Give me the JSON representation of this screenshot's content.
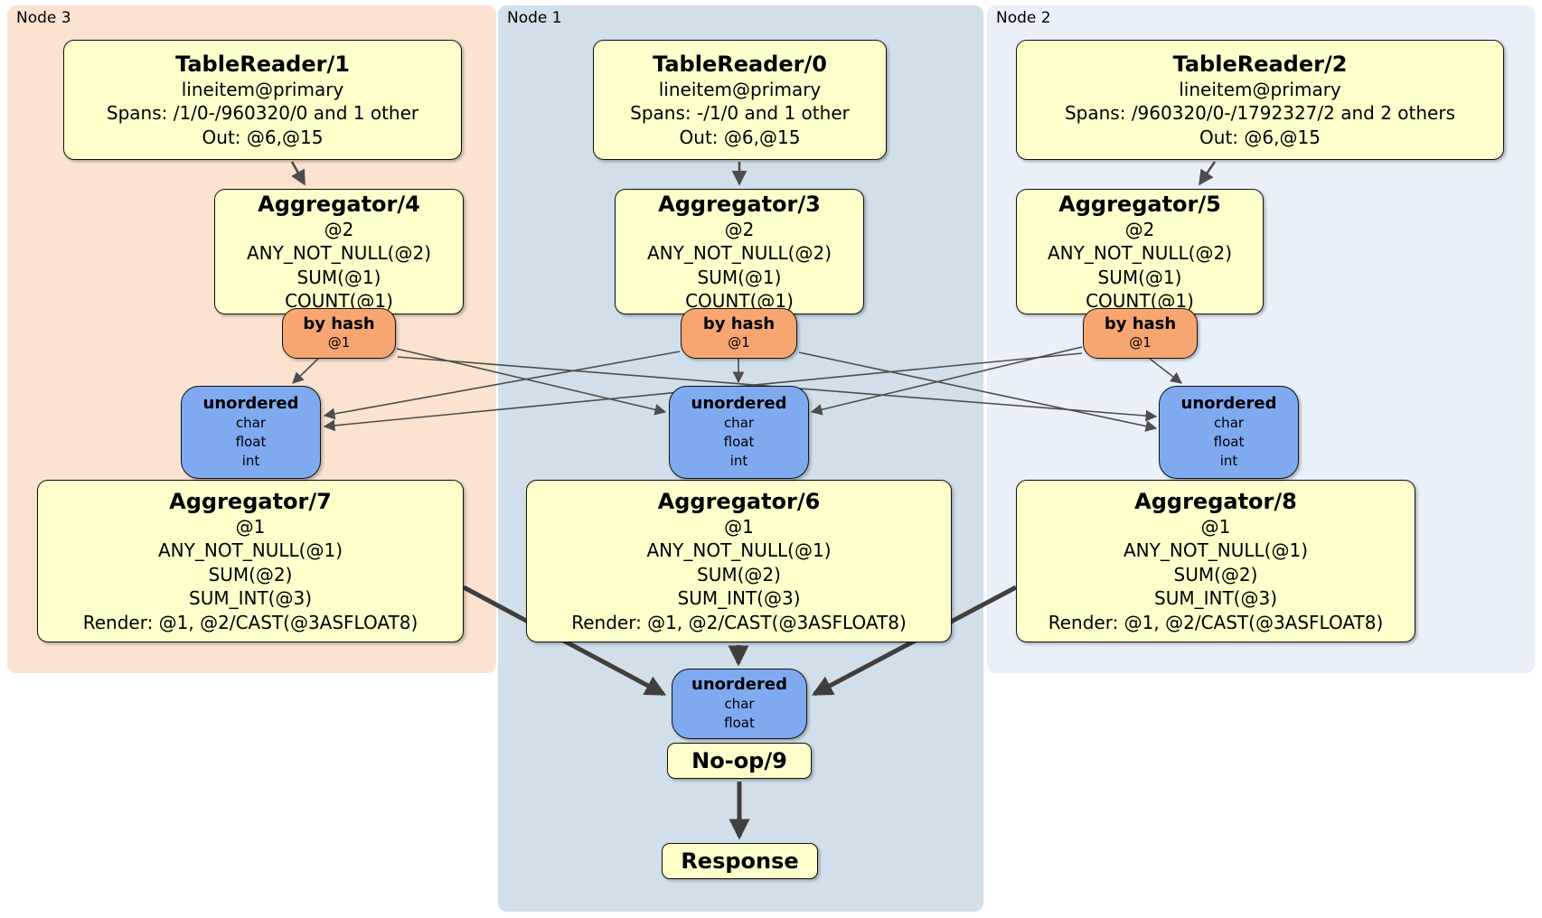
{
  "colors": {
    "node3-bg": "#fce2d0",
    "node1-bg": "#d0dfe9",
    "node2-bg": "#eaf0fa",
    "proc-bg": "#ffffcc",
    "router-bg": "#f7a672",
    "sync-bg": "#7faaf0",
    "edge-thin": "#4d4d4d",
    "edge-thick": "#3f3f3f"
  },
  "regions": {
    "node3": {
      "label": "Node 3"
    },
    "node1": {
      "label": "Node 1"
    },
    "node2": {
      "label": "Node 2"
    }
  },
  "processors": {
    "tr1": {
      "title": "TableReader/1",
      "lines": [
        "lineitem@primary",
        "Spans: /1/0-/960320/0 and 1 other",
        "Out: @6,@15"
      ]
    },
    "tr0": {
      "title": "TableReader/0",
      "lines": [
        "lineitem@primary",
        "Spans: -/1/0 and 1 other",
        "Out: @6,@15"
      ]
    },
    "tr2": {
      "title": "TableReader/2",
      "lines": [
        "lineitem@primary",
        "Spans: /960320/0-/1792327/2 and 2 others",
        "Out: @6,@15"
      ]
    },
    "agg4": {
      "title": "Aggregator/4",
      "lines": [
        "@2",
        "ANY_NOT_NULL(@2)",
        "SUM(@1)",
        "COUNT(@1)"
      ]
    },
    "agg3": {
      "title": "Aggregator/3",
      "lines": [
        "@2",
        "ANY_NOT_NULL(@2)",
        "SUM(@1)",
        "COUNT(@1)"
      ]
    },
    "agg5": {
      "title": "Aggregator/5",
      "lines": [
        "@2",
        "ANY_NOT_NULL(@2)",
        "SUM(@1)",
        "COUNT(@1)"
      ]
    },
    "hashL": {
      "title": "by hash",
      "lines": [
        "@1"
      ]
    },
    "hashM": {
      "title": "by hash",
      "lines": [
        "@1"
      ]
    },
    "hashR": {
      "title": "by hash",
      "lines": [
        "@1"
      ]
    },
    "syncL": {
      "title": "unordered",
      "lines": [
        "char",
        "float",
        "int"
      ]
    },
    "syncM": {
      "title": "unordered",
      "lines": [
        "char",
        "float",
        "int"
      ]
    },
    "syncR": {
      "title": "unordered",
      "lines": [
        "char",
        "float",
        "int"
      ]
    },
    "agg7": {
      "title": "Aggregator/7",
      "lines": [
        "@1",
        "ANY_NOT_NULL(@1)",
        "SUM(@2)",
        "SUM_INT(@3)",
        "Render: @1, @2/CAST(@3ASFLOAT8)"
      ]
    },
    "agg6": {
      "title": "Aggregator/6",
      "lines": [
        "@1",
        "ANY_NOT_NULL(@1)",
        "SUM(@2)",
        "SUM_INT(@3)",
        "Render: @1, @2/CAST(@3ASFLOAT8)"
      ]
    },
    "agg8": {
      "title": "Aggregator/8",
      "lines": [
        "@1",
        "ANY_NOT_NULL(@1)",
        "SUM(@2)",
        "SUM_INT(@3)",
        "Render: @1, @2/CAST(@3ASFLOAT8)"
      ]
    },
    "syncFinal": {
      "title": "unordered",
      "lines": [
        "char",
        "float"
      ]
    },
    "noop": {
      "title": "No-op/9"
    },
    "response": {
      "title": "Response"
    }
  }
}
